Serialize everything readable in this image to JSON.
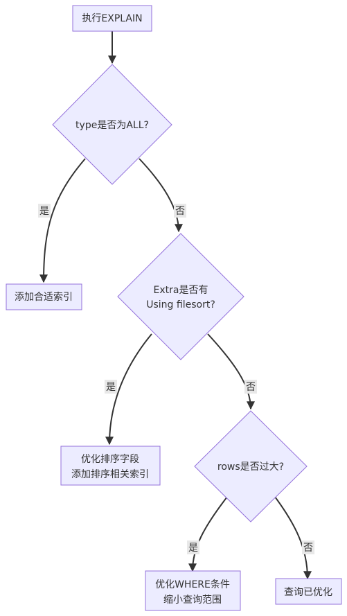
{
  "nodes": {
    "start": {
      "text": "执行EXPLAIN"
    },
    "q_type": {
      "text": "type是否为ALL?"
    },
    "add_index": {
      "text": "添加合适索引"
    },
    "q_extra": {
      "line1": "Extra是否有",
      "line2": "Using filesort?"
    },
    "opt_sort": {
      "line1": "优化排序字段",
      "line2": "添加排序相关索引"
    },
    "q_rows": {
      "text": "rows是否过大?"
    },
    "opt_where": {
      "line1": "优化WHERE条件",
      "line2": "缩小查询范围"
    },
    "optimized": {
      "text": "查询已优化"
    }
  },
  "edges": {
    "type_yes": "是",
    "type_no": "否",
    "extra_yes": "是",
    "extra_no": "否",
    "rows_yes": "是",
    "rows_no": "否"
  }
}
